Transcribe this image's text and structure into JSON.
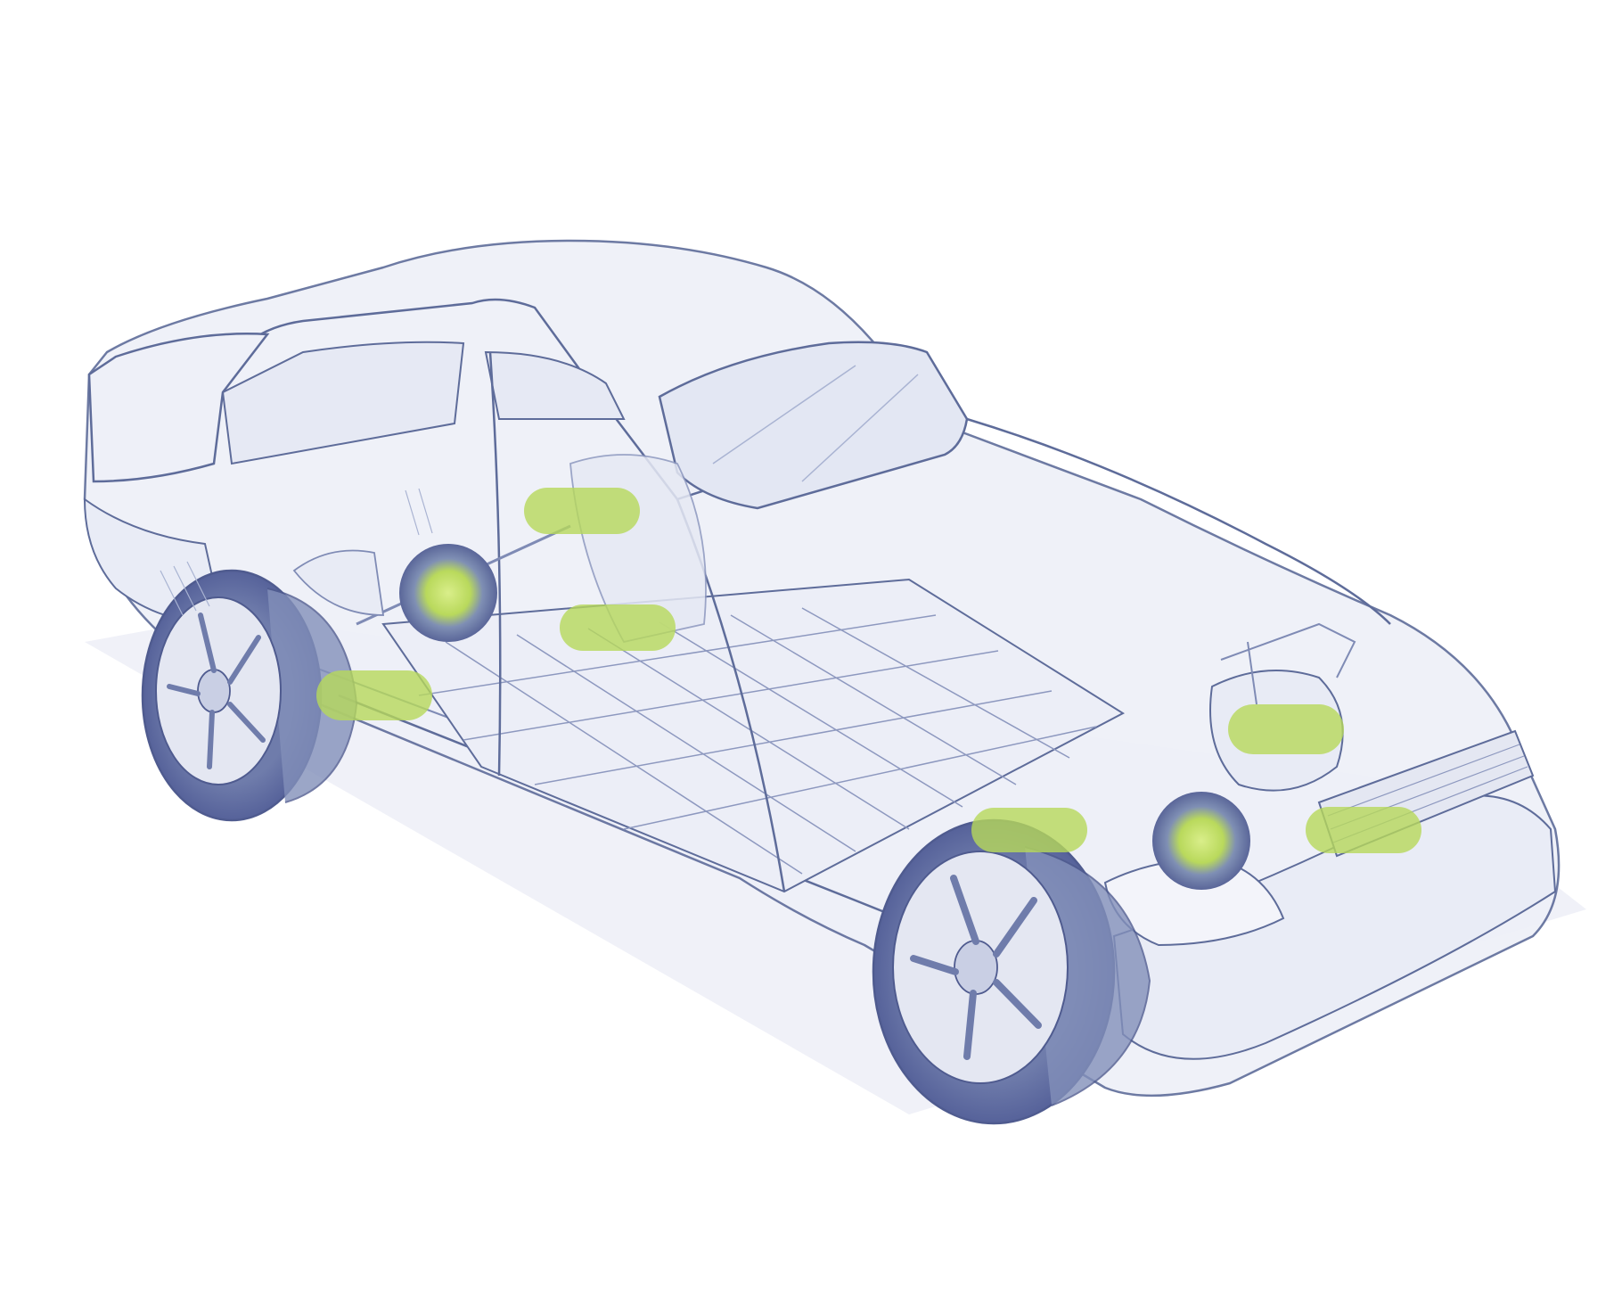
{
  "diagram": {
    "subject": "ev-chassis-cutaway",
    "style": "hand-drawn-sketch",
    "colors": {
      "background": "#ffffff",
      "outline": "#5e6c9a",
      "outline_light": "#9aa6c8",
      "body_fill": "#eef0f8",
      "glass_fill": "#e6e9f4",
      "tire": "#6f7cab",
      "tire_dark": "#5a6699",
      "rim": "#e4e7f2",
      "shadow": "#e9ebf5",
      "highlight": "#b6d85a",
      "highlight_core": "#d2ea80"
    },
    "highlights": [
      {
        "shape": "capsule",
        "label": ""
      },
      {
        "shape": "capsule",
        "label": ""
      },
      {
        "shape": "capsule",
        "label": ""
      },
      {
        "shape": "capsule",
        "label": ""
      },
      {
        "shape": "capsule",
        "label": ""
      },
      {
        "shape": "capsule",
        "label": ""
      },
      {
        "shape": "disc",
        "label": ""
      },
      {
        "shape": "disc",
        "label": ""
      }
    ]
  }
}
